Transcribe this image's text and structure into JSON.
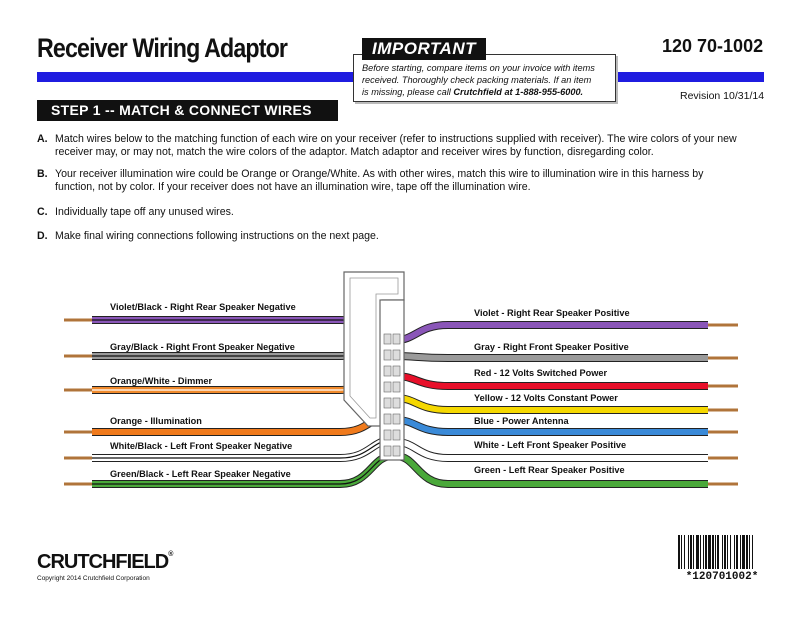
{
  "header": {
    "title": "Receiver Wiring Adaptor",
    "part_number": "120 70-1002",
    "revision": "Revision 10/31/14"
  },
  "important": {
    "label": "IMPORTANT",
    "text_line1": "Before starting, compare items on your invoice with items",
    "text_line2": "received.  Thoroughly check packing materials.  If an item",
    "text_line3_pre": "is missing, please call ",
    "text_line3_bold": "Crutchfield at 1-888-955-6000."
  },
  "step": {
    "title": "STEP 1 -- MATCH & CONNECT WIRES"
  },
  "instructions": [
    {
      "letter": "A.",
      "text": "Match wires below to the matching function of each wire on your receiver (refer to instructions supplied with receiver).  The wire colors of your new receiver may, or may not, match the wire colors of the adaptor.  Match adaptor and receiver wires by function, disregarding color."
    },
    {
      "letter": "B.",
      "text": "Your receiver illumination wire could be Orange or Orange/White.  As with other wires, match this wire to illumination wire in this harness by function, not by color.  If your receiver does not have an illumination wire, tape off the illumination wire."
    },
    {
      "letter": "C.",
      "text": "Individually tape off any unused wires."
    },
    {
      "letter": "D.",
      "text": "Make final wiring connections following instructions on the next page."
    }
  ],
  "wires_left": [
    {
      "label": "Violet/Black - Right Rear Speaker Negative",
      "color": "#8a56b8",
      "stripe": "#111111"
    },
    {
      "label": "Gray/Black - Right Front Speaker Negative",
      "color": "#9a9a9a",
      "stripe": "#111111"
    },
    {
      "label": "Orange/White - Dimmer",
      "color": "#f08a2c",
      "stripe": "#ffffff"
    },
    {
      "label": "Orange - Illumination",
      "color": "#f07a1c",
      "stripe": ""
    },
    {
      "label": "White/Black - Left Front Speaker Negative",
      "color": "#ffffff",
      "stripe": "#111111"
    },
    {
      "label": "Green/Black - Left Rear Speaker Negative",
      "color": "#4aa83a",
      "stripe": "#111111"
    }
  ],
  "wires_right": [
    {
      "label": "Violet - Right Rear Speaker Positive",
      "color": "#8a56b8"
    },
    {
      "label": "Gray - Right Front Speaker Positive",
      "color": "#9a9a9a"
    },
    {
      "label": "Red - 12 Volts Switched Power",
      "color": "#e8102a"
    },
    {
      "label": "Yellow - 12 Volts Constant Power",
      "color": "#f5d800"
    },
    {
      "label": "Blue - Power Antenna",
      "color": "#3a8ad8"
    },
    {
      "label": "White - Left Front Speaker Positive",
      "color": "#ffffff"
    },
    {
      "label": "Green - Left Rear Speaker Positive",
      "color": "#4aa83a"
    }
  ],
  "colors": {
    "accent_blue": "#1f1ce0",
    "copper": "#b0743a"
  },
  "footer": {
    "brand": "CRUTCHFIELD",
    "brand_mark": "®",
    "copyright": "Copyright 2014  Crutchfield Corporation",
    "barcode_text": "*120701002*",
    "barcode_icon": "barcode-icon"
  }
}
